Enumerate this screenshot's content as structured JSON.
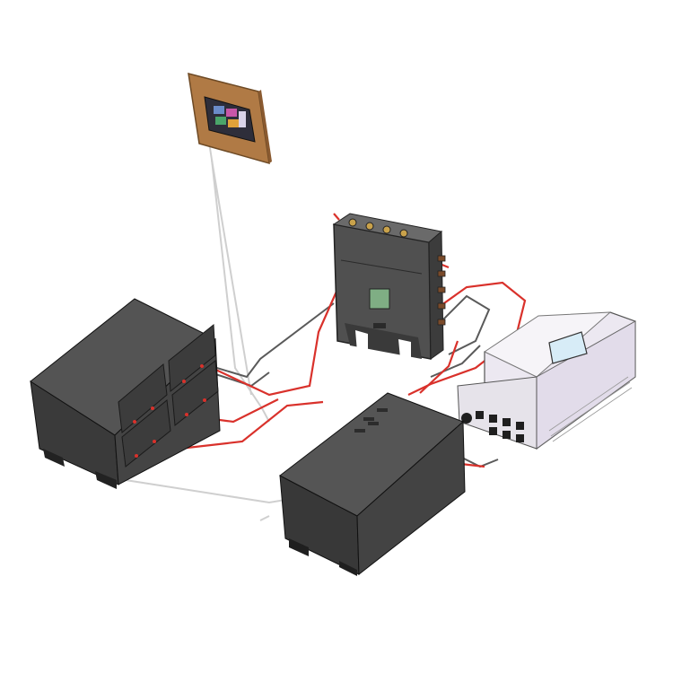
{
  "scene": {
    "colors": {
      "background": "#ffffff",
      "cabinet_dark": "#3a3a3a",
      "cabinet_mid": "#4a4a4a",
      "cabinet_top": "#5a5a5a",
      "cable_red": "#d9312b",
      "cable_dark": "#555555",
      "cable_light": "#c8c8c8",
      "wood_frame": "#b07a45",
      "inverter_body": "#ebe6f0"
    },
    "components": [
      {
        "id": "wall-display",
        "icon": "touchscreen-display-icon"
      },
      {
        "id": "junction-box",
        "icon": "combiner-box-icon"
      },
      {
        "id": "battery-cabinet-left",
        "icon": "battery-rack-icon"
      },
      {
        "id": "battery-cabinet-front",
        "icon": "battery-cabinet-icon"
      },
      {
        "id": "inverter",
        "icon": "inverter-icon"
      }
    ]
  }
}
